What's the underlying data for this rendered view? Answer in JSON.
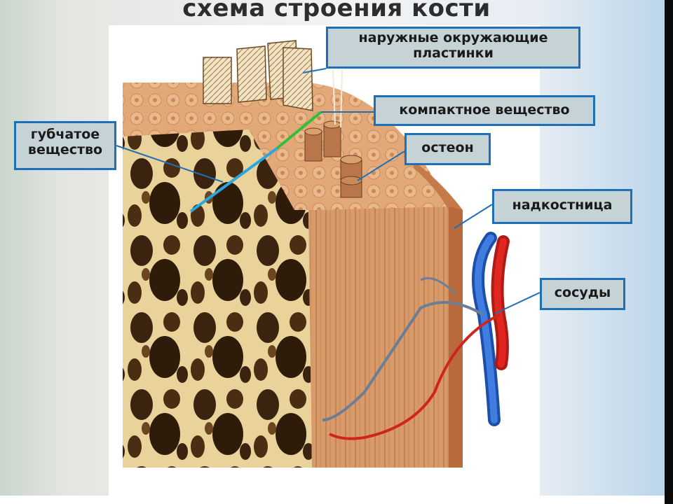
{
  "title": "схема строения кости",
  "labels": {
    "outer_lamellae": {
      "line1": "наружные окружающие",
      "line2": "пластинки"
    },
    "compact": "компактное вещество",
    "spongy": {
      "line1": "губчатое",
      "line2": "вещество"
    },
    "osteon": "остеон",
    "periosteum": "надкостница",
    "vessels": "сосуды"
  },
  "colors": {
    "label_border": "#1f6fb8",
    "label_fill": "#c6d3d6",
    "pointer_spongy": "#2aa7e0",
    "pointer_compact": "#2fbf3a",
    "artery": "#e0261e",
    "vein": "#2a63c8"
  },
  "icons": [
    "bone-section-illustration",
    "blood-vessel-icon"
  ]
}
